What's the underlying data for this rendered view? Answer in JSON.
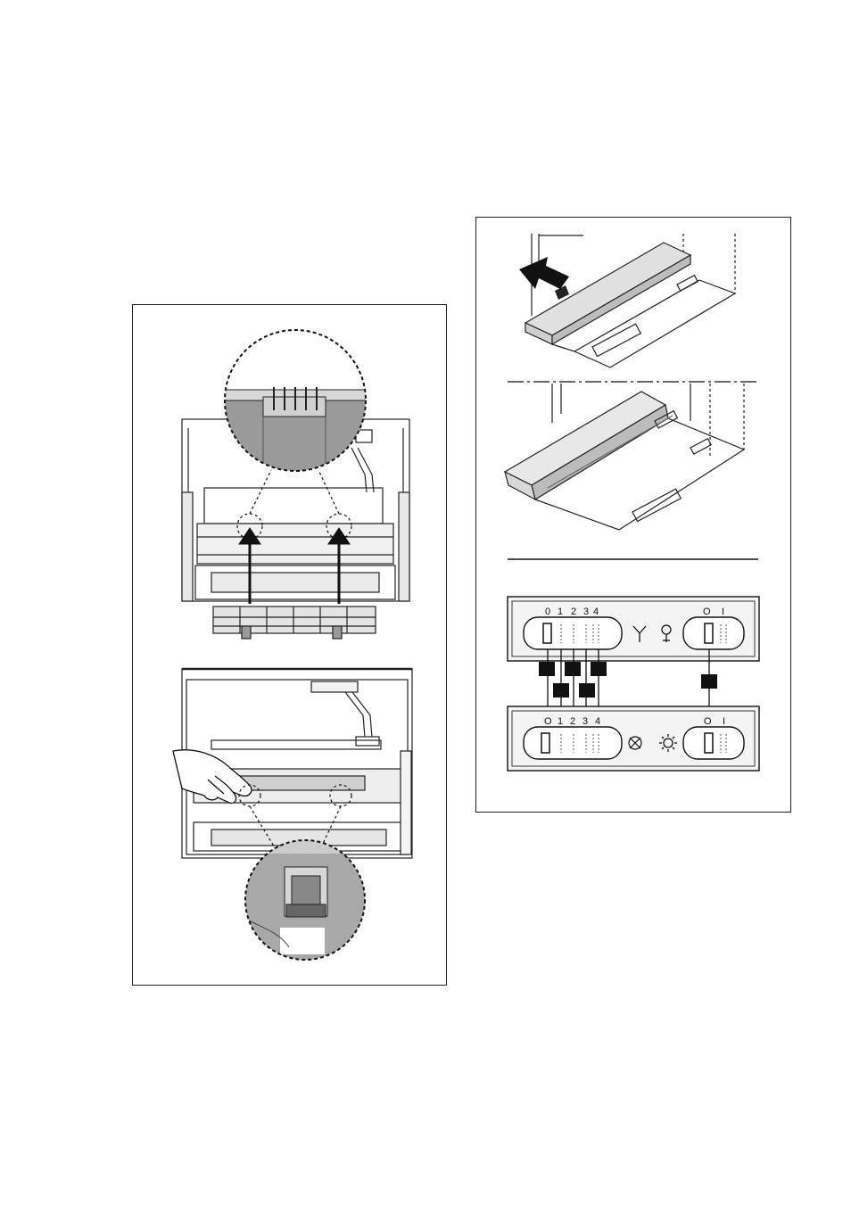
{
  "left_panel": {
    "figure_top": "filter-insertion",
    "figure_bottom": "filter-release"
  },
  "right_panel": {
    "figure_hood_closed": "hood-closed",
    "figure_hood_extended": "hood-extended",
    "control_panel_top": {
      "fan_scale": [
        "0",
        "1",
        "2",
        "3",
        "4"
      ],
      "light_scale": [
        "O",
        "I"
      ],
      "fan_icon": "fan-icon",
      "light_icon": "bulb-icon"
    },
    "control_panel_bottom": {
      "fan_scale": [
        "O",
        "1",
        "2",
        "3",
        "4"
      ],
      "light_scale": [
        "O",
        "I"
      ],
      "fan_icon": "fan-grille-icon",
      "light_icon": "sun-lamp-icon"
    },
    "callout_boxes": 6
  }
}
